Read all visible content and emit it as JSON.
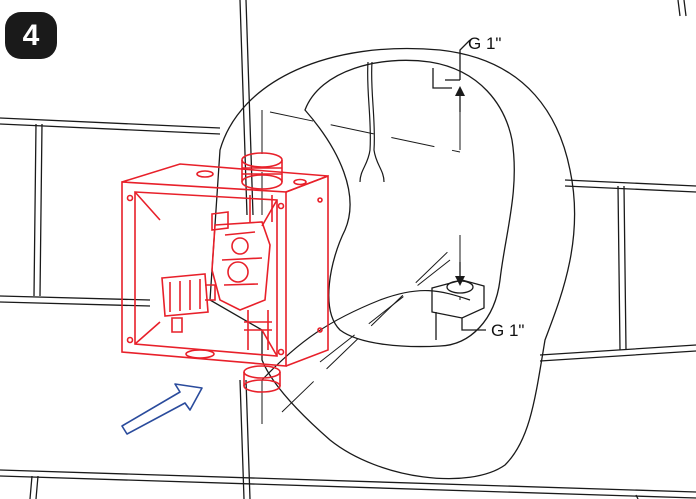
{
  "step_number": "4",
  "callouts": {
    "top_fitting": "G 1\"",
    "bottom_fitting": "G 1\""
  },
  "colors": {
    "line": "#1a1a1a",
    "valve_box": "#e8202a",
    "arrow": "#2a4b9c",
    "badge_bg": "#1a1a1a",
    "badge_text": "#ffffff"
  },
  "icons": {
    "insertion_arrow": "outline-arrow-up-right",
    "flow_arrow_top": "arrow-up",
    "flow_arrow_bottom": "arrow-down"
  }
}
